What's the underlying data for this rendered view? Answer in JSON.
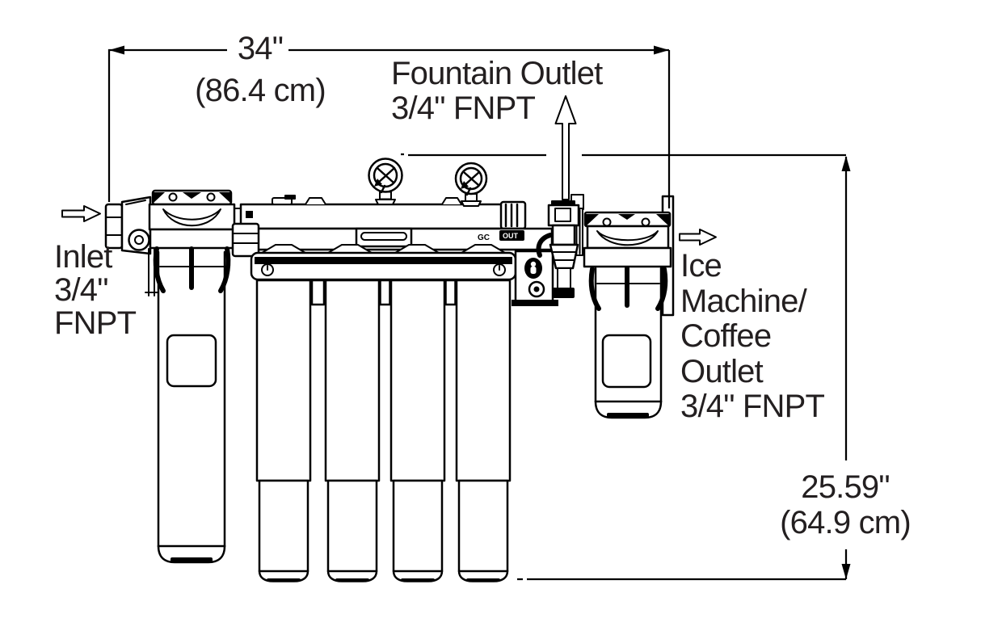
{
  "meta": {
    "description": "Dimensioned line drawing of a commercial multi-cartridge water filtration system (pre-filter, four-cartridge manifold bank with dual pressure gauges, post-filter)",
    "diagram_type": "technical-dimension-drawing"
  },
  "colors": {
    "background": "#ffffff",
    "line": "#000000",
    "text": "#231f20"
  },
  "dimensions": {
    "width": {
      "inches": "34\"",
      "metric": "(86.4 cm)"
    },
    "height": {
      "inches": "25.59\"",
      "metric": "(64.9 cm)"
    }
  },
  "ports": {
    "inlet": {
      "lines": [
        "Inlet",
        "3/4\"",
        "FNPT"
      ]
    },
    "fountain": {
      "lines": [
        "Fountain Outlet",
        "3/4\" FNPT"
      ]
    },
    "ice": {
      "lines": [
        "Ice",
        "Machine/",
        "Coffee",
        "Outlet",
        "3/4\" FNPT"
      ]
    }
  },
  "equipment": {
    "manifold_labels": {
      "gc": "GC",
      "out": "OUT"
    },
    "gauge_count": 2,
    "cartridge_count": 4
  }
}
